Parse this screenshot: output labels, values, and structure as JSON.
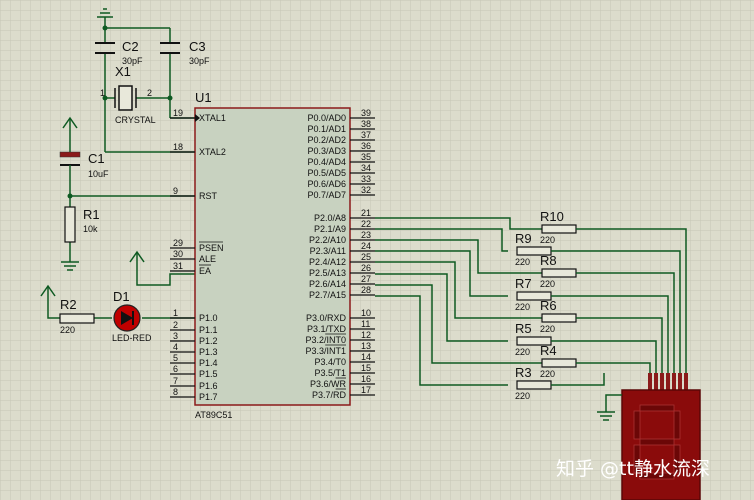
{
  "chip": {
    "ref": "U1",
    "part": "AT89C51",
    "left_pins": [
      {
        "num": "19",
        "name": "XTAL1"
      },
      {
        "num": "18",
        "name": "XTAL2"
      },
      {
        "num": "9",
        "name": "RST"
      },
      {
        "num": "29",
        "name": "PSEN"
      },
      {
        "num": "30",
        "name": "ALE"
      },
      {
        "num": "31",
        "name": "EA"
      },
      {
        "num": "1",
        "name": "P1.0"
      },
      {
        "num": "2",
        "name": "P1.1"
      },
      {
        "num": "3",
        "name": "P1.2"
      },
      {
        "num": "4",
        "name": "P1.3"
      },
      {
        "num": "5",
        "name": "P1.4"
      },
      {
        "num": "6",
        "name": "P1.5"
      },
      {
        "num": "7",
        "name": "P1.6"
      },
      {
        "num": "8",
        "name": "P1.7"
      }
    ],
    "right_pins": [
      {
        "num": "39",
        "name": "P0.0/AD0"
      },
      {
        "num": "38",
        "name": "P0.1/AD1"
      },
      {
        "num": "37",
        "name": "P0.2/AD2"
      },
      {
        "num": "36",
        "name": "P0.3/AD3"
      },
      {
        "num": "35",
        "name": "P0.4/AD4"
      },
      {
        "num": "34",
        "name": "P0.5/AD5"
      },
      {
        "num": "33",
        "name": "P0.6/AD6"
      },
      {
        "num": "32",
        "name": "P0.7/AD7"
      },
      {
        "num": "21",
        "name": "P2.0/A8"
      },
      {
        "num": "22",
        "name": "P2.1/A9"
      },
      {
        "num": "23",
        "name": "P2.2/A10"
      },
      {
        "num": "24",
        "name": "P2.3/A11"
      },
      {
        "num": "25",
        "name": "P2.4/A12"
      },
      {
        "num": "26",
        "name": "P2.5/A13"
      },
      {
        "num": "27",
        "name": "P2.6/A14"
      },
      {
        "num": "28",
        "name": "P2.7/A15"
      },
      {
        "num": "10",
        "name": "P3.0/RXD"
      },
      {
        "num": "11",
        "name": "P3.1/TXD"
      },
      {
        "num": "12",
        "name": "P3.2/INT0"
      },
      {
        "num": "13",
        "name": "P3.3/INT1"
      },
      {
        "num": "14",
        "name": "P3.4/T0"
      },
      {
        "num": "15",
        "name": "P3.5/T1"
      },
      {
        "num": "16",
        "name": "P3.6/WR"
      },
      {
        "num": "17",
        "name": "P3.7/RD"
      }
    ]
  },
  "components": {
    "c2": {
      "ref": "C2",
      "value": "30pF"
    },
    "c3": {
      "ref": "C3",
      "value": "30pF"
    },
    "x1": {
      "ref": "X1",
      "value": "CRYSTAL",
      "pin1": "1",
      "pin2": "2"
    },
    "c1": {
      "ref": "C1",
      "value": "10uF"
    },
    "r1": {
      "ref": "R1",
      "value": "10k"
    },
    "r2": {
      "ref": "R2",
      "value": "220"
    },
    "d1": {
      "ref": "D1",
      "value": "LED-RED"
    },
    "resistors": [
      {
        "ref": "R10",
        "value": "220"
      },
      {
        "ref": "R9",
        "value": "220"
      },
      {
        "ref": "R8",
        "value": "220"
      },
      {
        "ref": "R7",
        "value": "220"
      },
      {
        "ref": "R6",
        "value": "220"
      },
      {
        "ref": "R5",
        "value": "220"
      },
      {
        "ref": "R4",
        "value": "220"
      },
      {
        "ref": "R3",
        "value": "220"
      }
    ]
  },
  "watermark": "知乎 @tt静水流深",
  "colors": {
    "background": "#dcdccc",
    "grid": "#c6c6b6",
    "wire": "#0e5a22",
    "outline": "#8b1a1a",
    "chip_fill": "#c8d2c0",
    "display": "#8a0b0b",
    "led": "#c00000"
  }
}
